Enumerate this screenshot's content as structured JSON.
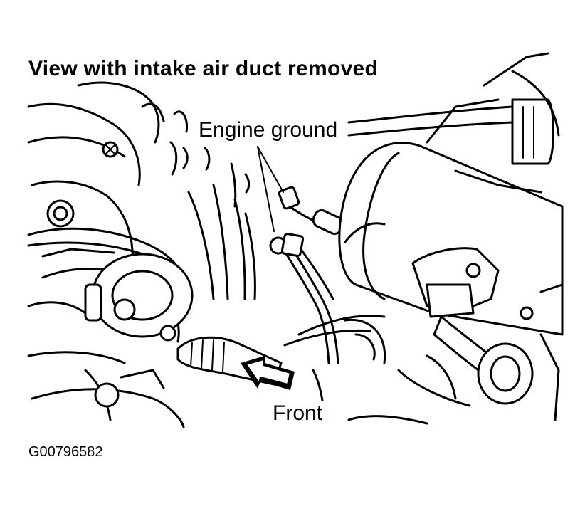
{
  "figure": {
    "title": "View with intake air duct removed",
    "callouts": {
      "engine_ground": "Engine ground",
      "front": "Front"
    },
    "figure_id": "G00796582"
  }
}
